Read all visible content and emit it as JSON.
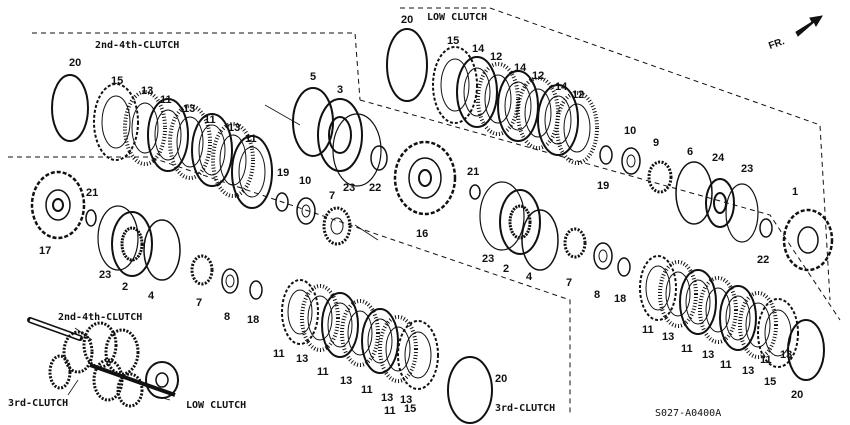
{
  "labels": {
    "low_clutch": "LOW CLUTCH",
    "second_fourth_clutch": "2nd-4th-CLUTCH",
    "third_clutch": "3rd-CLUTCH",
    "inset_second_fourth": "2nd-4th-CLUTCH",
    "inset_third": "3rd-CLUTCH",
    "inset_low": "LOW CLUTCH",
    "direction": "FR.",
    "diagram_code": "S027-A0400A"
  },
  "part_numbers": {
    "upper_left": [
      "20",
      "15",
      "13",
      "11",
      "13",
      "11",
      "13",
      "11"
    ],
    "upper_right": [
      "20",
      "15",
      "14",
      "12",
      "14",
      "12",
      "14",
      "12"
    ],
    "center_top": [
      "5",
      "3",
      "19",
      "10",
      "7",
      "23",
      "22"
    ],
    "center_right": [
      "21",
      "16",
      "23",
      "2",
      "4",
      "7",
      "8",
      "18",
      "10",
      "19",
      "9",
      "6",
      "24",
      "23",
      "1",
      "22"
    ],
    "left": [
      "17",
      "21",
      "23",
      "2",
      "4",
      "7",
      "8",
      "18"
    ],
    "bottom_center": [
      "11",
      "13",
      "11",
      "13",
      "11",
      "13",
      "11",
      "13",
      "15",
      "20"
    ],
    "bottom_right": [
      "11",
      "13",
      "11",
      "13",
      "11",
      "13",
      "11",
      "13",
      "15",
      "20"
    ]
  },
  "colors": {
    "ink": "#111111",
    "background": "#ffffff"
  }
}
